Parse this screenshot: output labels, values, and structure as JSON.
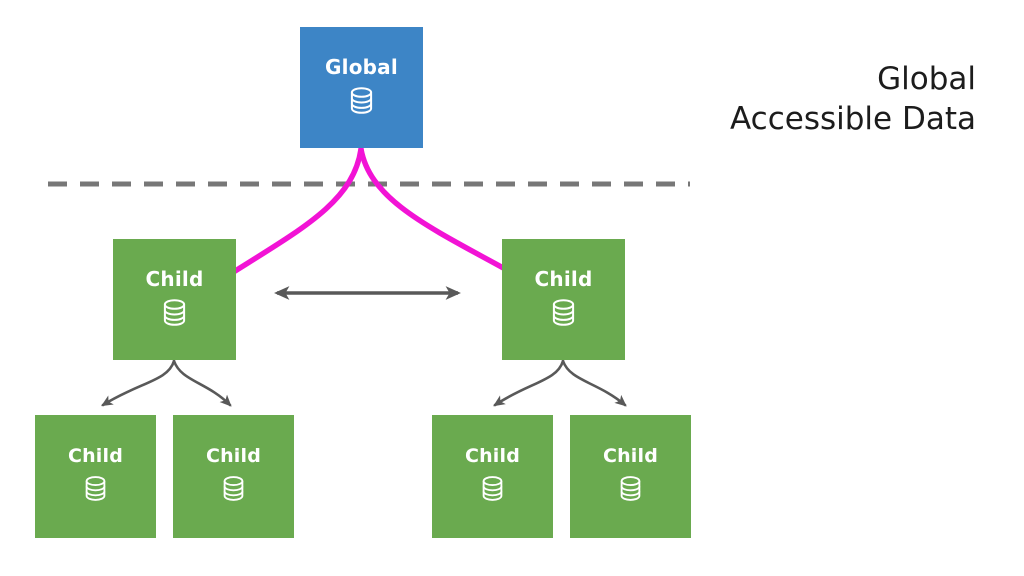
{
  "diagram": {
    "title": {
      "line1": "Global",
      "line2": "Accessible Data"
    },
    "colors": {
      "global_box": "#3d85c6",
      "child_box": "#6aaa4f",
      "global_flow_arrow": "#f213d5",
      "tree_connector": "#595959",
      "peer_arrow": "#595959",
      "boundary_line": "#777777",
      "label_text": "#ffffff",
      "title_text": "#1c1c1c",
      "background": "#ffffff"
    },
    "nodes": [
      {
        "id": "global",
        "label": "Global",
        "icon": "database-icon",
        "level": "root"
      },
      {
        "id": "child-mid-left",
        "label": "Child",
        "icon": "database-icon",
        "level": "mid"
      },
      {
        "id": "child-mid-right",
        "label": "Child",
        "icon": "database-icon",
        "level": "mid"
      },
      {
        "id": "child-leaf-1",
        "label": "Child",
        "icon": "database-icon",
        "level": "leaf"
      },
      {
        "id": "child-leaf-2",
        "label": "Child",
        "icon": "database-icon",
        "level": "leaf"
      },
      {
        "id": "child-leaf-3",
        "label": "Child",
        "icon": "database-icon",
        "level": "leaf"
      },
      {
        "id": "child-leaf-4",
        "label": "Child",
        "icon": "database-icon",
        "level": "leaf"
      }
    ],
    "connectors": {
      "boundary_dashed_line": "dashed-separator",
      "peer_link": "bidirectional-arrow",
      "global_to_children": "magenta-curved-arrow",
      "parent_to_leaf": "gray-curved-arrow"
    }
  }
}
